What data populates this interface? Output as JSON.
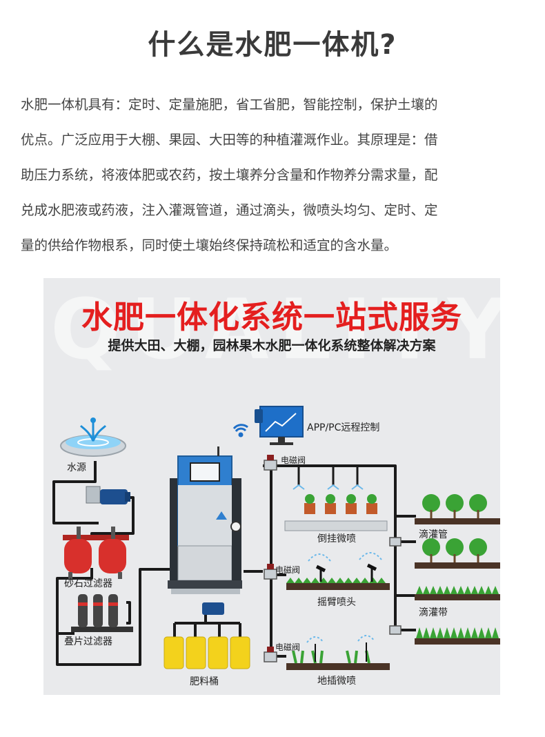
{
  "header": {
    "title": "什么是水肥一体机?"
  },
  "intro": {
    "lines": [
      "水肥一体机具有：定时、定量施肥，省工省肥，智能控制，保护土壤的",
      "优点。广泛应用于大棚、果园、大田等的种植灌溉作业。其原理是：借",
      "助压力系统，将液体肥或农药，按土壤养分含量和作物养分需求量，配",
      "兑成水肥液或药液，注入灌溉管道，通过滴头，微喷头均匀、定时、定",
      "量的供给作物根系，同时使土壤始终保持疏松和适宜的含水量。"
    ]
  },
  "diagram": {
    "watermark": "QUALITY",
    "title": "水肥一体化系统一站式服务",
    "subtitle": "提供大田、大棚，园林果木水肥一体化系统整体解决方案",
    "labels": {
      "water_source": "水源",
      "sand_filter": "砂石过滤器",
      "disc_filter": "叠片过滤器",
      "fertilizer_bucket": "肥料桶",
      "remote_control": "APP/PC远程控制",
      "solenoid_valve_1": "电磁阀",
      "solenoid_valve_2": "电磁阀",
      "solenoid_valve_3": "电磁阀",
      "hanging_spray": "倒挂微喷",
      "rocker_sprinkler": "摇臂喷头",
      "ground_spray": "地插微喷",
      "drip_pipe": "滴灌管",
      "drip_tape": "滴灌带"
    },
    "colors": {
      "title_red": "#e41f1f",
      "pipe": "#1a1a1a",
      "machine_blue": "#2f7fcf",
      "tank_red": "#d8302c",
      "bucket_yellow": "#f3d21c",
      "plant_green": "#3aa335",
      "soil": "#4a3326",
      "water_blue": "#1e8fd8"
    }
  }
}
